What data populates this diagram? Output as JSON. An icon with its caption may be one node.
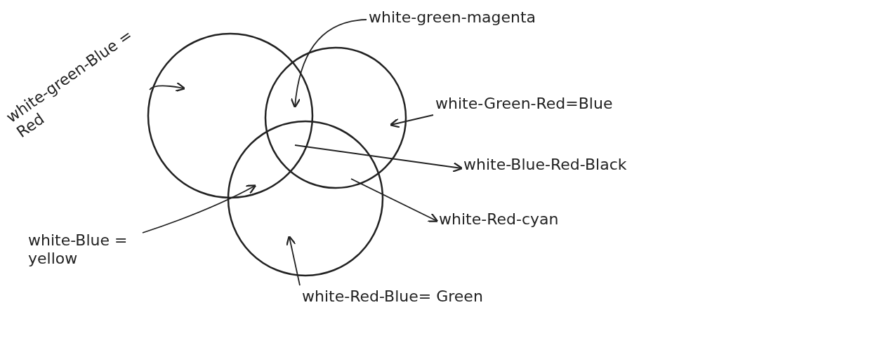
{
  "diagram": {
    "nodes": [
      {
        "text": [],
        "shape": "circle"
      },
      {
        "text": [],
        "shape": "circle"
      },
      {
        "text": [],
        "shape": "circle"
      },
      {
        "text": [
          "white-green-magenta"
        ]
      },
      {
        "text": [
          "white-green-Blue = Red"
        ]
      },
      {
        "text": [
          "white-Green-Red=Blue"
        ]
      },
      {
        "text": [
          "white-Blue-Red-Black"
        ]
      },
      {
        "text": [
          "white-Red-cyan"
        ]
      },
      {
        "text": [
          "white-Blue = yellow"
        ]
      },
      {
        "text": [
          "white-Red-Blue= Green"
        ]
      }
    ],
    "edges": [
      {
        "from": 4,
        "to": 0,
        "arrow": "to"
      },
      {
        "from": 3,
        "to": 1,
        "arrow": "to"
      },
      {
        "from": 5,
        "to": 1,
        "arrow": "to"
      },
      {
        "from": 1,
        "to": 6,
        "arrow": "to"
      },
      {
        "from": 1,
        "to": 7,
        "arrow": "to"
      },
      {
        "from": 8,
        "to": 2,
        "arrow": "to"
      },
      {
        "from": 9,
        "to": 2,
        "arrow": "to"
      }
    ]
  }
}
